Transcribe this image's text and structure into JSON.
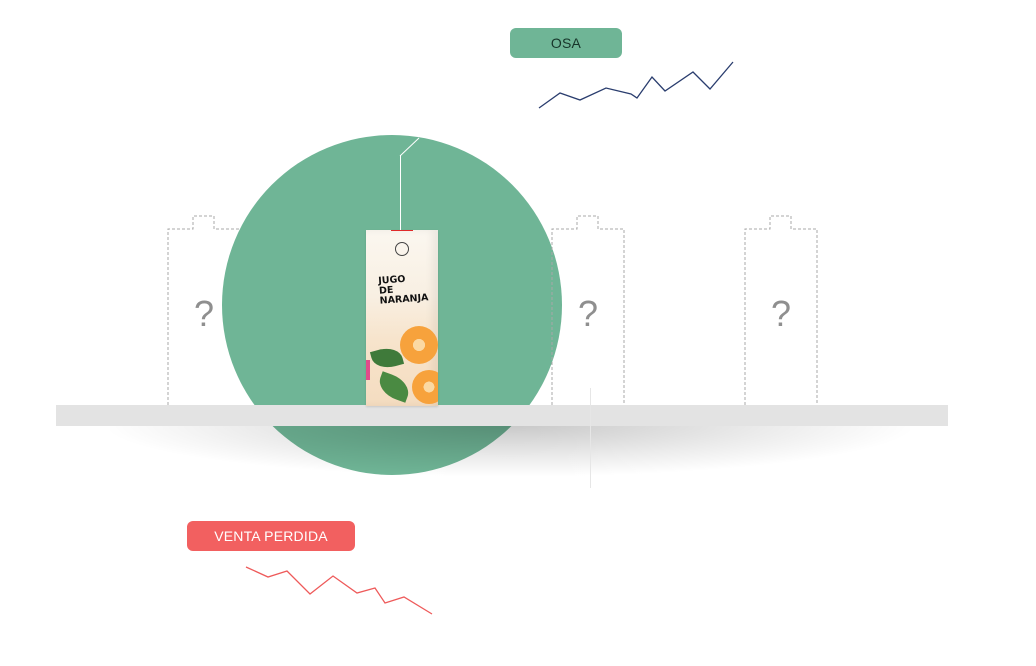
{
  "badges": {
    "osa": {
      "label": "OSA",
      "color": "#6fb596"
    },
    "lost_sale": {
      "label": "VENTA PERDIDA",
      "color": "#f26060"
    }
  },
  "product": {
    "name_line1": "JUGO",
    "name_line2": "DE",
    "name_line3": "NARANJA",
    "highlight_color": "#6fb596"
  },
  "empty_slots": [
    {
      "symbol": "?"
    },
    {
      "symbol": "?"
    },
    {
      "symbol": "?"
    }
  ],
  "trend_lines": {
    "osa": {
      "direction": "up",
      "color": "#2a3d6e"
    },
    "lost_sale": {
      "direction": "down",
      "color": "#ee5a5a"
    }
  }
}
